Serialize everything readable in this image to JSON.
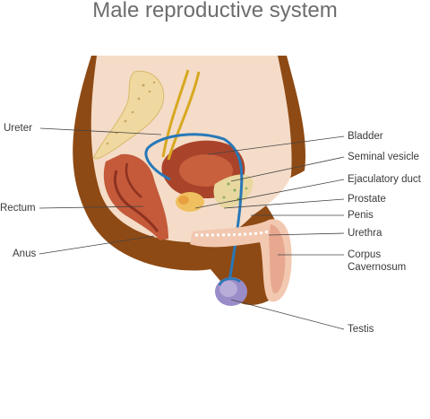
{
  "title": "Male reproductive system",
  "labels": {
    "ureter": "Ureter",
    "rectum": "Rectum",
    "anus": "Anus",
    "bladder": "Bladder",
    "seminal_vesicle": "Seminal vesicle",
    "ejaculatory_duct": "Ejaculatory duct",
    "prostate": "Prostate",
    "penis": "Penis",
    "urethra": "Urethra",
    "corpus_line1": "Corpus",
    "corpus_line2": "Cavernosum",
    "testis": "Testis"
  }
}
